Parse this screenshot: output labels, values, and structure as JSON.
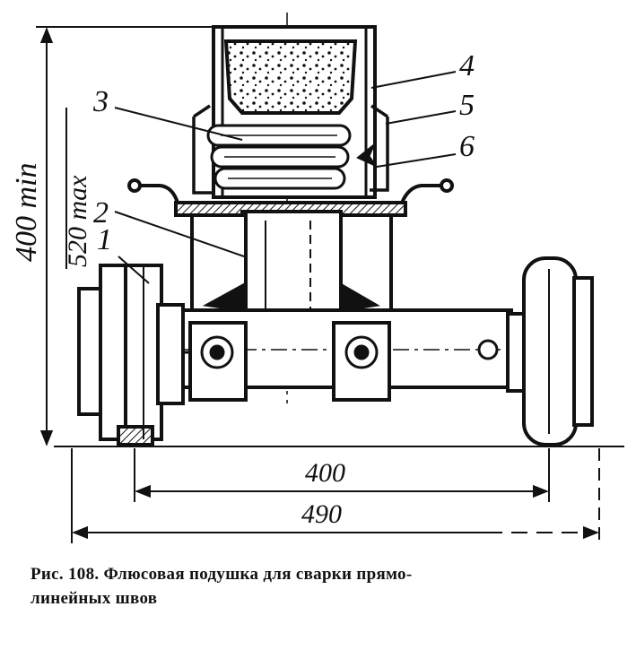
{
  "figure": {
    "dimensions": {
      "height_min": "400 min",
      "height_max": "520 max",
      "wheel_track": "400",
      "overall_width": "490"
    },
    "callouts": [
      "1",
      "2",
      "3",
      "4",
      "5",
      "6"
    ]
  },
  "caption": {
    "line1": "Рис. 108. Флюсовая подушка для сварки прямо-",
    "line2": "линейных швов"
  }
}
